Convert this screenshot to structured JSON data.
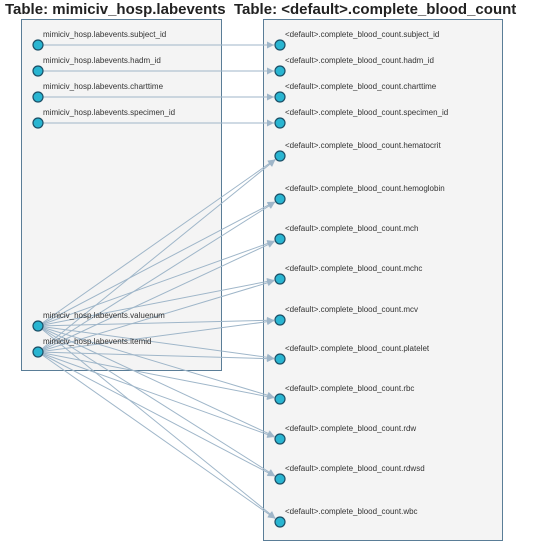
{
  "source_table": {
    "title": "Table: mimiciv_hosp.labevents",
    "columns": [
      "mimiciv_hosp.labevents.subject_id",
      "mimiciv_hosp.labevents.hadm_id",
      "mimiciv_hosp.labevents.charttime",
      "mimiciv_hosp.labevents.specimen_id",
      "mimiciv_hosp.labevents.valuenum",
      "mimiciv_hosp.labevents.itemid"
    ]
  },
  "target_table": {
    "title": "Table: <default>.complete_blood_count",
    "columns": [
      "<default>.complete_blood_count.subject_id",
      "<default>.complete_blood_count.hadm_id",
      "<default>.complete_blood_count.charttime",
      "<default>.complete_blood_count.specimen_id",
      "<default>.complete_blood_count.hematocrit",
      "<default>.complete_blood_count.hemoglobin",
      "<default>.complete_blood_count.mch",
      "<default>.complete_blood_count.mchc",
      "<default>.complete_blood_count.mcv",
      "<default>.complete_blood_count.platelet",
      "<default>.complete_blood_count.rbc",
      "<default>.complete_blood_count.rdw",
      "<default>.complete_blood_count.rdwsd",
      "<default>.complete_blood_count.wbc"
    ]
  },
  "edges": [
    {
      "from": 0,
      "to": 0
    },
    {
      "from": 1,
      "to": 1
    },
    {
      "from": 2,
      "to": 2
    },
    {
      "from": 3,
      "to": 3
    },
    {
      "from": 4,
      "to": 4
    },
    {
      "from": 4,
      "to": 5
    },
    {
      "from": 4,
      "to": 6
    },
    {
      "from": 4,
      "to": 7
    },
    {
      "from": 4,
      "to": 8
    },
    {
      "from": 4,
      "to": 9
    },
    {
      "from": 4,
      "to": 10
    },
    {
      "from": 4,
      "to": 11
    },
    {
      "from": 4,
      "to": 12
    },
    {
      "from": 4,
      "to": 13
    },
    {
      "from": 5,
      "to": 4
    },
    {
      "from": 5,
      "to": 5
    },
    {
      "from": 5,
      "to": 6
    },
    {
      "from": 5,
      "to": 7
    },
    {
      "from": 5,
      "to": 8
    },
    {
      "from": 5,
      "to": 9
    },
    {
      "from": 5,
      "to": 10
    },
    {
      "from": 5,
      "to": 11
    },
    {
      "from": 5,
      "to": 12
    },
    {
      "from": 5,
      "to": 13
    }
  ],
  "colors": {
    "node_fill": "#29b5d1",
    "node_stroke": "#1c4f66",
    "edge": "#9fb6c9",
    "box_fill": "#f4f4f4",
    "box_border": "#5a7d97"
  }
}
